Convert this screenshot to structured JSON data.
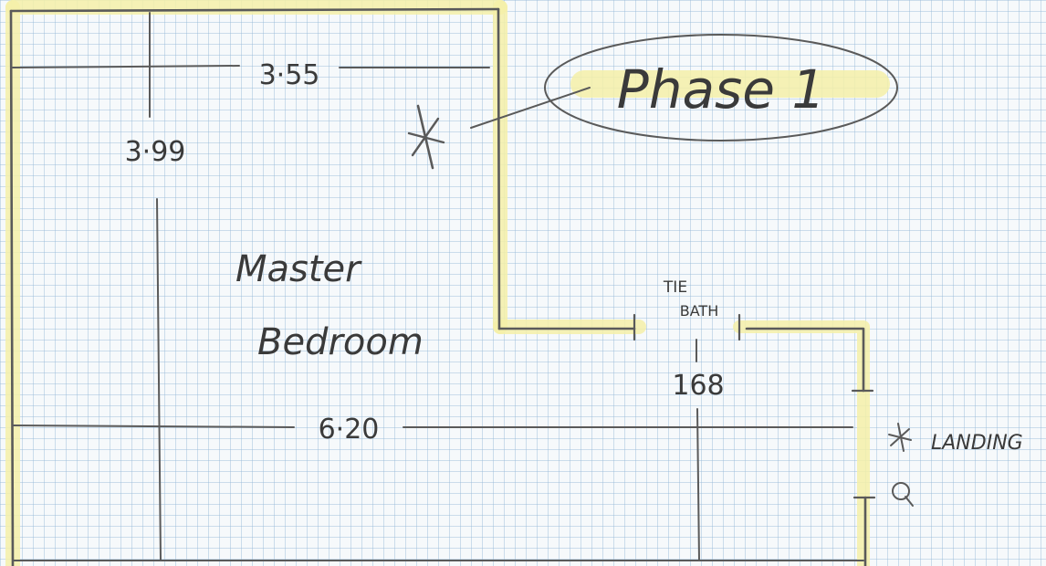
{
  "sketch": {
    "callout": "Phase 1",
    "room_label_line1": "Master",
    "room_label_line2": "Bedroom",
    "dim_top_width": "3·55",
    "dim_left_depth": "3·99",
    "dim_total_width": "6·20",
    "opening_label_line1": "TIE",
    "opening_label_line2": "BATH",
    "dim_opening": "168",
    "landing_label": "LANDING"
  }
}
